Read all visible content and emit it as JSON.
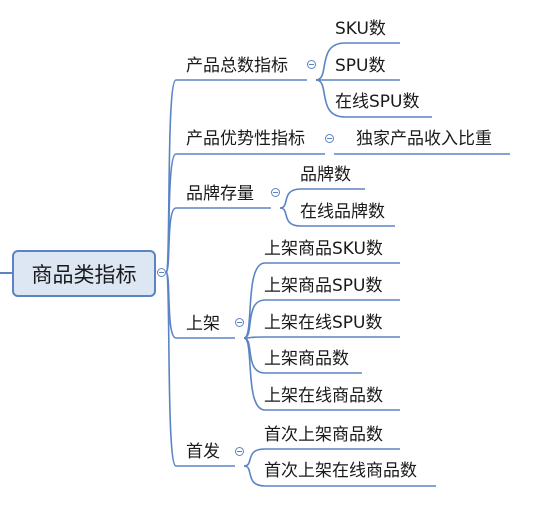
{
  "root": {
    "label": "商品类指标"
  },
  "branches": [
    {
      "label": "产品总数指标",
      "children": [
        "SKU数",
        "SPU数",
        "在线SPU数"
      ]
    },
    {
      "label": "产品优势性指标",
      "children": [
        "独家产品收入比重"
      ]
    },
    {
      "label": "品牌存量",
      "children": [
        "品牌数",
        "在线品牌数"
      ]
    },
    {
      "label": "上架",
      "children": [
        "上架商品SKU数",
        "上架商品SPU数",
        "上架在线SPU数",
        "上架商品数",
        "上架在线商品数"
      ]
    },
    {
      "label": "首发",
      "children": [
        "首次上架商品数",
        "首次上架在线商品数"
      ]
    }
  ],
  "colors": {
    "line": "#5b84c4",
    "root_fill": "#dde7f4",
    "root_border": "#5b84c4",
    "text": "#1a1a1a"
  }
}
